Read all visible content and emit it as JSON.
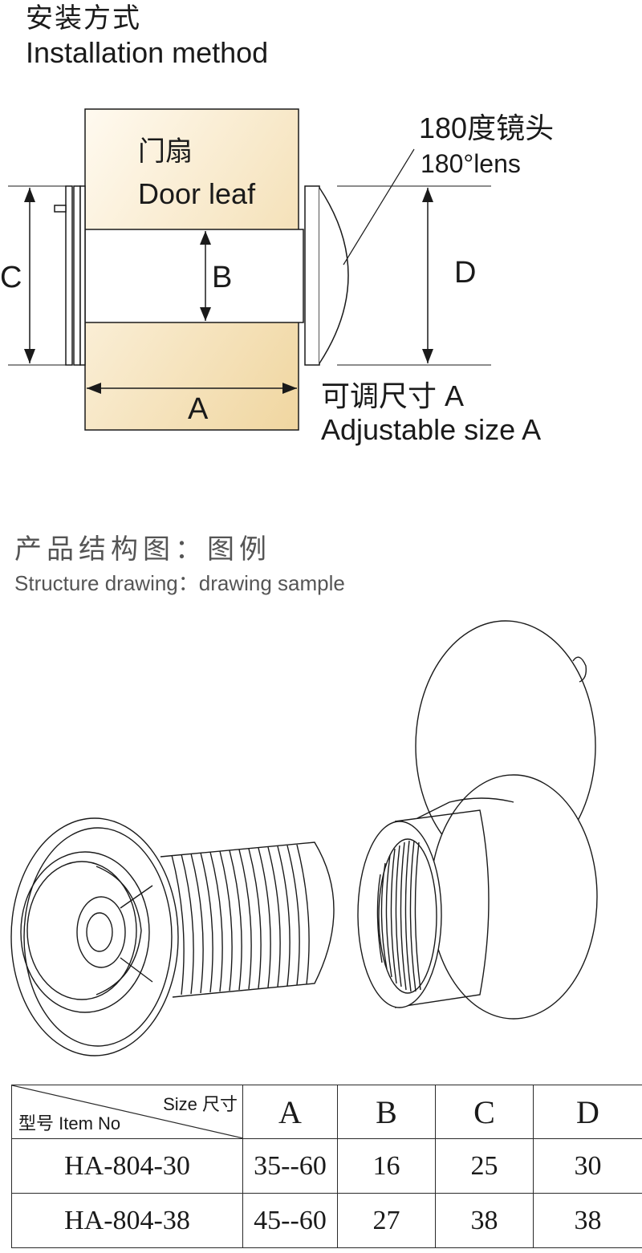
{
  "installation": {
    "title_cn": "安装方式",
    "title_en": "Installation method",
    "door_leaf_cn": "门扇",
    "door_leaf_en": "Door leaf",
    "lens_cn": "180度镜头",
    "lens_en": "180°lens",
    "adjustable_cn": "可调尺寸  A",
    "adjustable_en": "Adjustable size A",
    "dims": {
      "a": "A",
      "b": "B",
      "c": "C",
      "d": "D"
    },
    "colors": {
      "door_light": "#fdf7e6",
      "door_dark": "#f0d9a8",
      "line": "#1a1a1a"
    }
  },
  "structure": {
    "title_cn": "产品结构图：图例",
    "title_en": "Structure drawing：drawing sample"
  },
  "spec_table": {
    "header_size": "Size  尺寸",
    "header_item": "型号 Item No",
    "columns": [
      "A",
      "B",
      "C",
      "D"
    ],
    "rows": [
      {
        "item": "HA-804-30",
        "values": [
          "35--60",
          "16",
          "25",
          "30"
        ]
      },
      {
        "item": "HA-804-38",
        "values": [
          "45--60",
          "27",
          "38",
          "38"
        ]
      }
    ]
  }
}
